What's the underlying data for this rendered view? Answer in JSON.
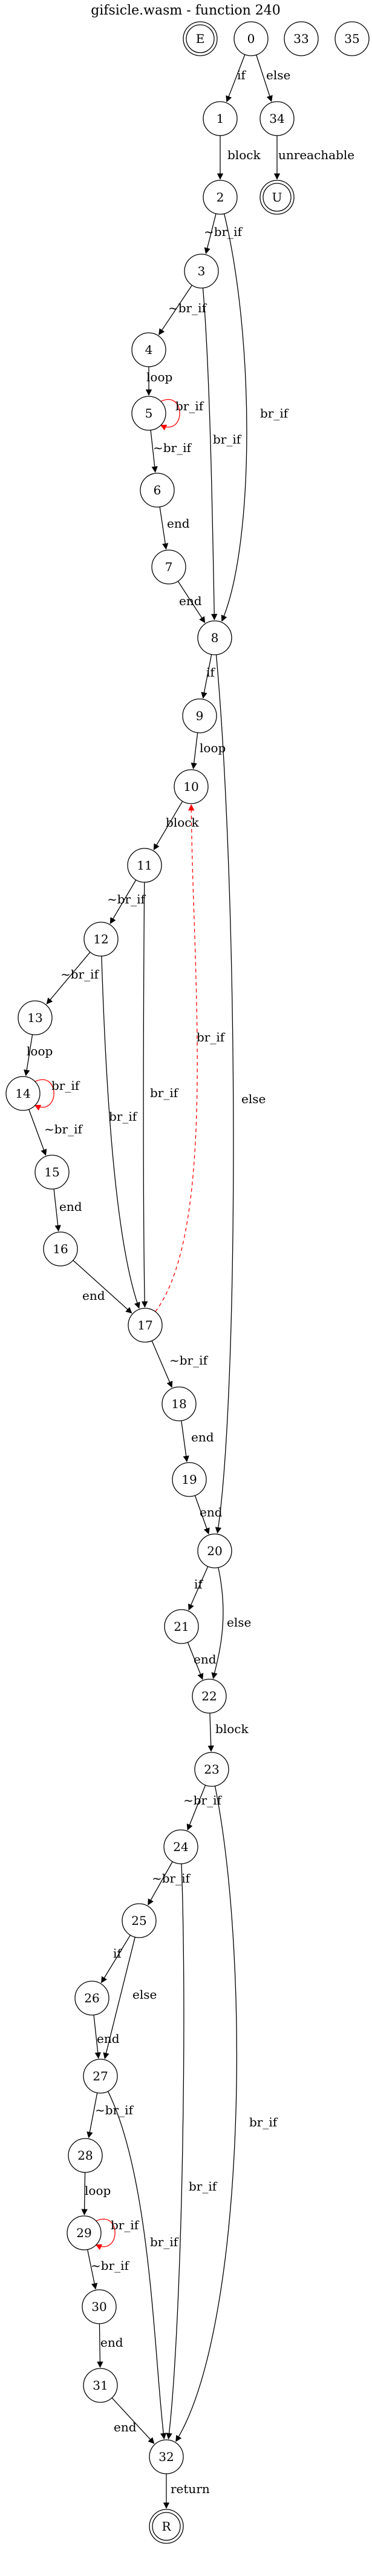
{
  "title": "gifsicle.wasm - function 240",
  "colors": {
    "normal": "#000000",
    "loop_back": "#ff0000"
  },
  "nodes": [
    {
      "id": "E",
      "label": "E",
      "shape": "double-circle"
    },
    {
      "id": "0",
      "label": "0",
      "shape": "circle"
    },
    {
      "id": "33",
      "label": "33",
      "shape": "circle"
    },
    {
      "id": "35",
      "label": "35",
      "shape": "circle"
    },
    {
      "id": "1",
      "label": "1",
      "shape": "circle"
    },
    {
      "id": "34",
      "label": "34",
      "shape": "circle"
    },
    {
      "id": "2",
      "label": "2",
      "shape": "circle"
    },
    {
      "id": "U",
      "label": "U",
      "shape": "double-circle"
    },
    {
      "id": "3",
      "label": "3",
      "shape": "circle"
    },
    {
      "id": "4",
      "label": "4",
      "shape": "circle"
    },
    {
      "id": "5",
      "label": "5",
      "shape": "circle"
    },
    {
      "id": "6",
      "label": "6",
      "shape": "circle"
    },
    {
      "id": "7",
      "label": "7",
      "shape": "circle"
    },
    {
      "id": "8",
      "label": "8",
      "shape": "circle"
    },
    {
      "id": "9",
      "label": "9",
      "shape": "circle"
    },
    {
      "id": "10",
      "label": "10",
      "shape": "circle"
    },
    {
      "id": "11",
      "label": "11",
      "shape": "circle"
    },
    {
      "id": "12",
      "label": "12",
      "shape": "circle"
    },
    {
      "id": "13",
      "label": "13",
      "shape": "circle"
    },
    {
      "id": "14",
      "label": "14",
      "shape": "circle"
    },
    {
      "id": "15",
      "label": "15",
      "shape": "circle"
    },
    {
      "id": "16",
      "label": "16",
      "shape": "circle"
    },
    {
      "id": "17",
      "label": "17",
      "shape": "circle"
    },
    {
      "id": "18",
      "label": "18",
      "shape": "circle"
    },
    {
      "id": "19",
      "label": "19",
      "shape": "circle"
    },
    {
      "id": "20",
      "label": "20",
      "shape": "circle"
    },
    {
      "id": "21",
      "label": "21",
      "shape": "circle"
    },
    {
      "id": "22",
      "label": "22",
      "shape": "circle"
    },
    {
      "id": "23",
      "label": "23",
      "shape": "circle"
    },
    {
      "id": "24",
      "label": "24",
      "shape": "circle"
    },
    {
      "id": "25",
      "label": "25",
      "shape": "circle"
    },
    {
      "id": "26",
      "label": "26",
      "shape": "circle"
    },
    {
      "id": "27",
      "label": "27",
      "shape": "circle"
    },
    {
      "id": "28",
      "label": "28",
      "shape": "circle"
    },
    {
      "id": "29",
      "label": "29",
      "shape": "circle"
    },
    {
      "id": "30",
      "label": "30",
      "shape": "circle"
    },
    {
      "id": "31",
      "label": "31",
      "shape": "circle"
    },
    {
      "id": "32",
      "label": "32",
      "shape": "circle"
    },
    {
      "id": "R",
      "label": "R",
      "shape": "double-circle"
    }
  ],
  "edges": [
    {
      "from": "0",
      "to": "1",
      "label": "if",
      "kind": "normal"
    },
    {
      "from": "0",
      "to": "34",
      "label": "else",
      "kind": "normal"
    },
    {
      "from": "1",
      "to": "2",
      "label": "block",
      "kind": "normal"
    },
    {
      "from": "34",
      "to": "U",
      "label": "unreachable",
      "kind": "normal"
    },
    {
      "from": "2",
      "to": "3",
      "label": "~br_if",
      "kind": "normal"
    },
    {
      "from": "2",
      "to": "8",
      "label": "br_if",
      "kind": "normal"
    },
    {
      "from": "3",
      "to": "4",
      "label": "~br_if",
      "kind": "normal"
    },
    {
      "from": "3",
      "to": "8",
      "label": "br_if",
      "kind": "normal"
    },
    {
      "from": "4",
      "to": "5",
      "label": "loop",
      "kind": "normal"
    },
    {
      "from": "5",
      "to": "5",
      "label": "br_if",
      "kind": "loop_back"
    },
    {
      "from": "5",
      "to": "6",
      "label": "~br_if",
      "kind": "normal"
    },
    {
      "from": "6",
      "to": "7",
      "label": "end",
      "kind": "normal"
    },
    {
      "from": "7",
      "to": "8",
      "label": "end",
      "kind": "normal"
    },
    {
      "from": "8",
      "to": "9",
      "label": "if",
      "kind": "normal"
    },
    {
      "from": "8",
      "to": "20",
      "label": "else",
      "kind": "normal"
    },
    {
      "from": "9",
      "to": "10",
      "label": "loop",
      "kind": "normal"
    },
    {
      "from": "10",
      "to": "11",
      "label": "block",
      "kind": "normal"
    },
    {
      "from": "11",
      "to": "12",
      "label": "~br_if",
      "kind": "normal"
    },
    {
      "from": "11",
      "to": "17",
      "label": "br_if",
      "kind": "normal"
    },
    {
      "from": "12",
      "to": "13",
      "label": "~br_if",
      "kind": "normal"
    },
    {
      "from": "12",
      "to": "17",
      "label": "br_if",
      "kind": "normal"
    },
    {
      "from": "13",
      "to": "14",
      "label": "loop",
      "kind": "normal"
    },
    {
      "from": "14",
      "to": "14",
      "label": "br_if",
      "kind": "loop_back"
    },
    {
      "from": "14",
      "to": "15",
      "label": "~br_if",
      "kind": "normal"
    },
    {
      "from": "15",
      "to": "16",
      "label": "end",
      "kind": "normal"
    },
    {
      "from": "16",
      "to": "17",
      "label": "end",
      "kind": "normal"
    },
    {
      "from": "17",
      "to": "10",
      "label": "br_if",
      "kind": "loop_back"
    },
    {
      "from": "17",
      "to": "18",
      "label": "~br_if",
      "kind": "normal"
    },
    {
      "from": "18",
      "to": "19",
      "label": "end",
      "kind": "normal"
    },
    {
      "from": "19",
      "to": "20",
      "label": "end",
      "kind": "normal"
    },
    {
      "from": "20",
      "to": "21",
      "label": "if",
      "kind": "normal"
    },
    {
      "from": "20",
      "to": "22",
      "label": "else",
      "kind": "normal"
    },
    {
      "from": "21",
      "to": "22",
      "label": "end",
      "kind": "normal"
    },
    {
      "from": "22",
      "to": "23",
      "label": "block",
      "kind": "normal"
    },
    {
      "from": "23",
      "to": "24",
      "label": "~br_if",
      "kind": "normal"
    },
    {
      "from": "23",
      "to": "32",
      "label": "br_if",
      "kind": "normal"
    },
    {
      "from": "24",
      "to": "25",
      "label": "~br_if",
      "kind": "normal"
    },
    {
      "from": "24",
      "to": "32",
      "label": "br_if",
      "kind": "normal"
    },
    {
      "from": "25",
      "to": "26",
      "label": "if",
      "kind": "normal"
    },
    {
      "from": "25",
      "to": "27",
      "label": "else",
      "kind": "normal"
    },
    {
      "from": "26",
      "to": "27",
      "label": "end",
      "kind": "normal"
    },
    {
      "from": "27",
      "to": "28",
      "label": "~br_if",
      "kind": "normal"
    },
    {
      "from": "27",
      "to": "32",
      "label": "br_if",
      "kind": "normal"
    },
    {
      "from": "28",
      "to": "29",
      "label": "loop",
      "kind": "normal"
    },
    {
      "from": "29",
      "to": "29",
      "label": "br_if",
      "kind": "loop_back"
    },
    {
      "from": "29",
      "to": "30",
      "label": "~br_if",
      "kind": "normal"
    },
    {
      "from": "30",
      "to": "31",
      "label": "end",
      "kind": "normal"
    },
    {
      "from": "31",
      "to": "32",
      "label": "end",
      "kind": "normal"
    },
    {
      "from": "32",
      "to": "R",
      "label": "return",
      "kind": "normal"
    }
  ]
}
